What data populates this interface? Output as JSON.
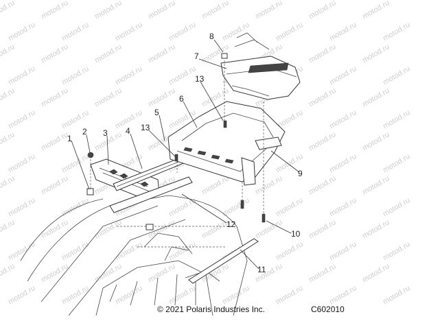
{
  "watermark": {
    "text": "motod.ru"
  },
  "callouts": [
    {
      "label": "1"
    },
    {
      "label": "2"
    },
    {
      "label": "3"
    },
    {
      "label": "4"
    },
    {
      "label": "13"
    },
    {
      "label": "5"
    },
    {
      "label": "6"
    },
    {
      "label": "13"
    },
    {
      "label": "7"
    },
    {
      "label": "8"
    },
    {
      "label": "9"
    },
    {
      "label": "10"
    },
    {
      "label": "11"
    },
    {
      "label": "12"
    }
  ],
  "footer": {
    "copyright": "© 2021 Polaris Industries Inc.",
    "code": "C602010"
  }
}
